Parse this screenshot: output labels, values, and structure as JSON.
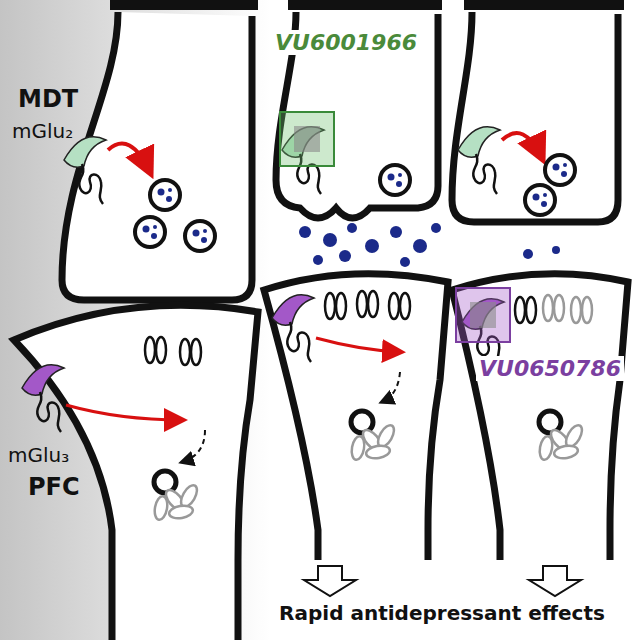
{
  "diagram": {
    "labels": [
      "MDT",
      "mGlu₂",
      "VU6001966",
      "VU0650786",
      "mGlu₃",
      "PFC",
      "Rapid antidepressant effects"
    ]
  }
}
